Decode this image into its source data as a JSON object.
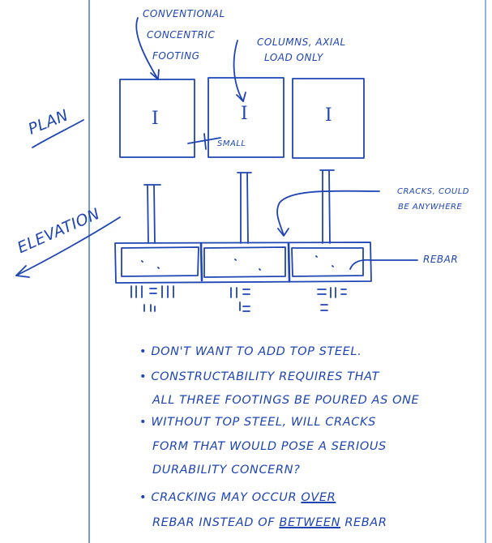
{
  "notes": {
    "callout_conventional": [
      "CONVENTIONAL",
      "CONCENTRIC",
      "FOOTING"
    ],
    "callout_columns": [
      "COLUMNS, AXIAL",
      "LOAD ONLY"
    ],
    "plan_label": "PLAN",
    "elevation_label": "ELEVATION",
    "column_mark": "I",
    "gap_label": "SMALL",
    "cracks_label": [
      "CRACKS, COULD",
      "BE ANYWHERE"
    ],
    "rebar_label": "REBAR",
    "bullets": {
      "b1": "• DON'T WANT TO ADD TOP STEEL.",
      "b2_line1": "• CONSTRUCTABILITY REQUIRES THAT",
      "b2_line2": "ALL THREE FOOTINGS BE POURED AS ONE",
      "b3_line1": "• WITHOUT TOP STEEL, WILL CRACKS",
      "b3_line2": "FORM THAT WOULD POSE A SERIOUS",
      "b3_line3": "DURABILITY CONCERN?",
      "b4_line1_pre": "• CRACKING MAY OCCUR",
      "b4_line1_em": "OVER",
      "b4_line2_pre": "REBAR INSTEAD OF",
      "b4_line2_em": "BETWEEN",
      "b4_line2_post": "REBAR"
    }
  },
  "colors": {
    "ink": "#1f45b5",
    "margin_line": "#6f9fd8"
  }
}
